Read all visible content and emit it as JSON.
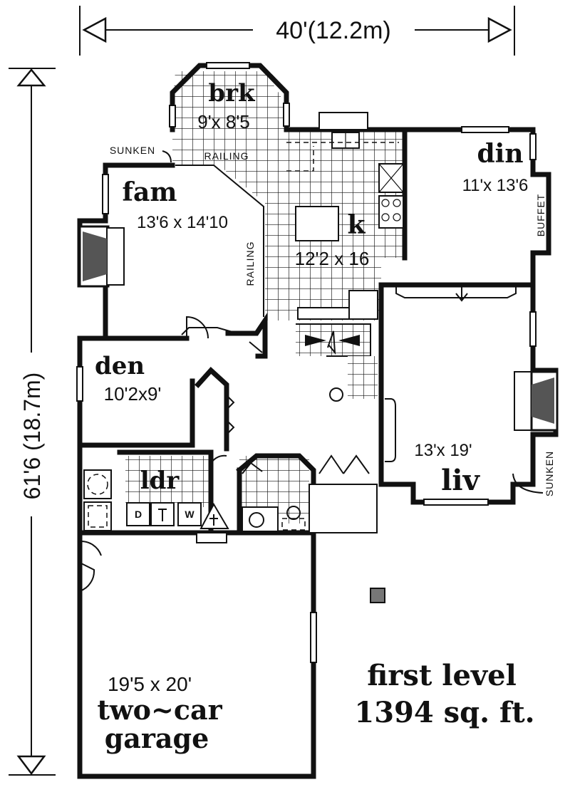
{
  "overall": {
    "width_label": "40'(12.2m)",
    "depth_label": "61'6 (18.7m)"
  },
  "rooms": {
    "brk": {
      "name": "brk",
      "size": "9'x 8'5"
    },
    "fam": {
      "name": "fam",
      "size": "13'6 x 14'10"
    },
    "k": {
      "name": "k",
      "size": "12'2 x 16"
    },
    "din": {
      "name": "din",
      "size": "11'x 13'6"
    },
    "den": {
      "name": "den",
      "size": "10'2x9'"
    },
    "ldr": {
      "name": "ldr"
    },
    "liv": {
      "name": "liv",
      "size": "13'x 19'"
    },
    "garage": {
      "name": "two~car",
      "name2": "garage",
      "size": "19'5 x 20'"
    }
  },
  "notes": {
    "sunken_fam": "SUNKEN",
    "railing_top": "RAILING",
    "railing_side": "RAILING",
    "buffet": "BUFFET",
    "sunken_liv": "SUNKEN"
  },
  "appliances": {
    "dryer": "D",
    "washer": "W"
  },
  "title": {
    "line1": "first level",
    "line2": "1394 sq. ft."
  }
}
